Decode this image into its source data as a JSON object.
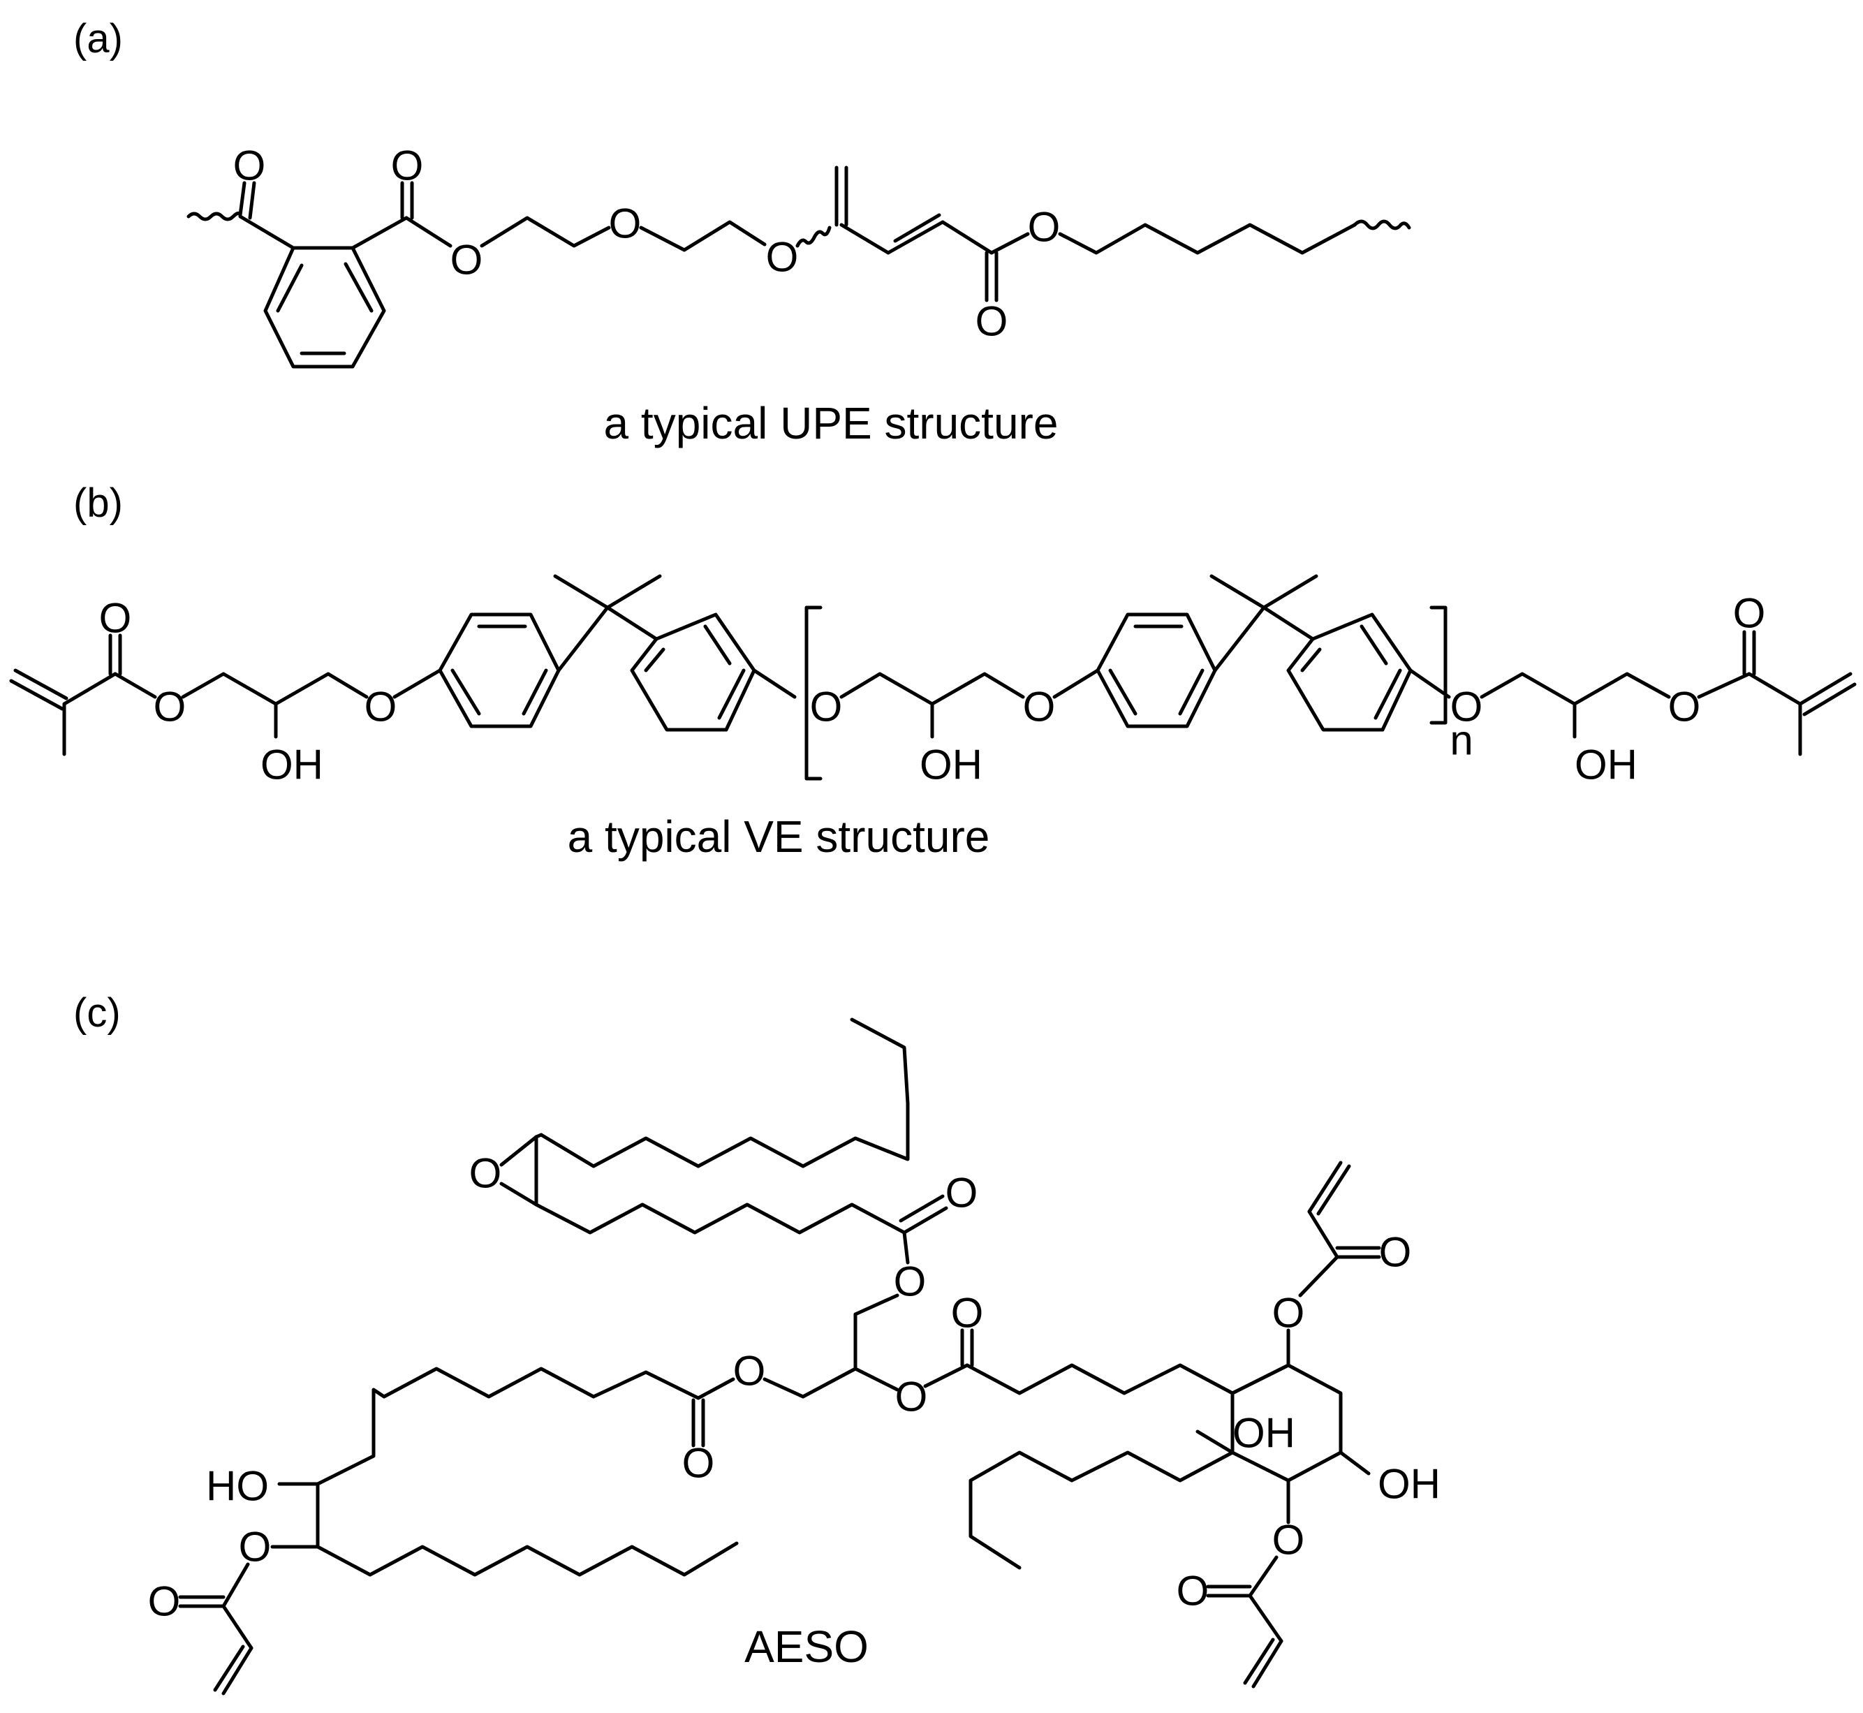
{
  "panels": [
    {
      "label": "(a)",
      "caption": "a typical UPE structure"
    },
    {
      "label": "(b)",
      "caption": "a typical VE structure"
    },
    {
      "label": "(c)",
      "caption": "AESO"
    }
  ],
  "atom_labels": {
    "oxygen": "O",
    "hydroxyl": "OH",
    "hydroxyl_left": "HO",
    "repeat_index": "n"
  },
  "colors": {
    "ink": "#000000",
    "background": "#ffffff"
  }
}
